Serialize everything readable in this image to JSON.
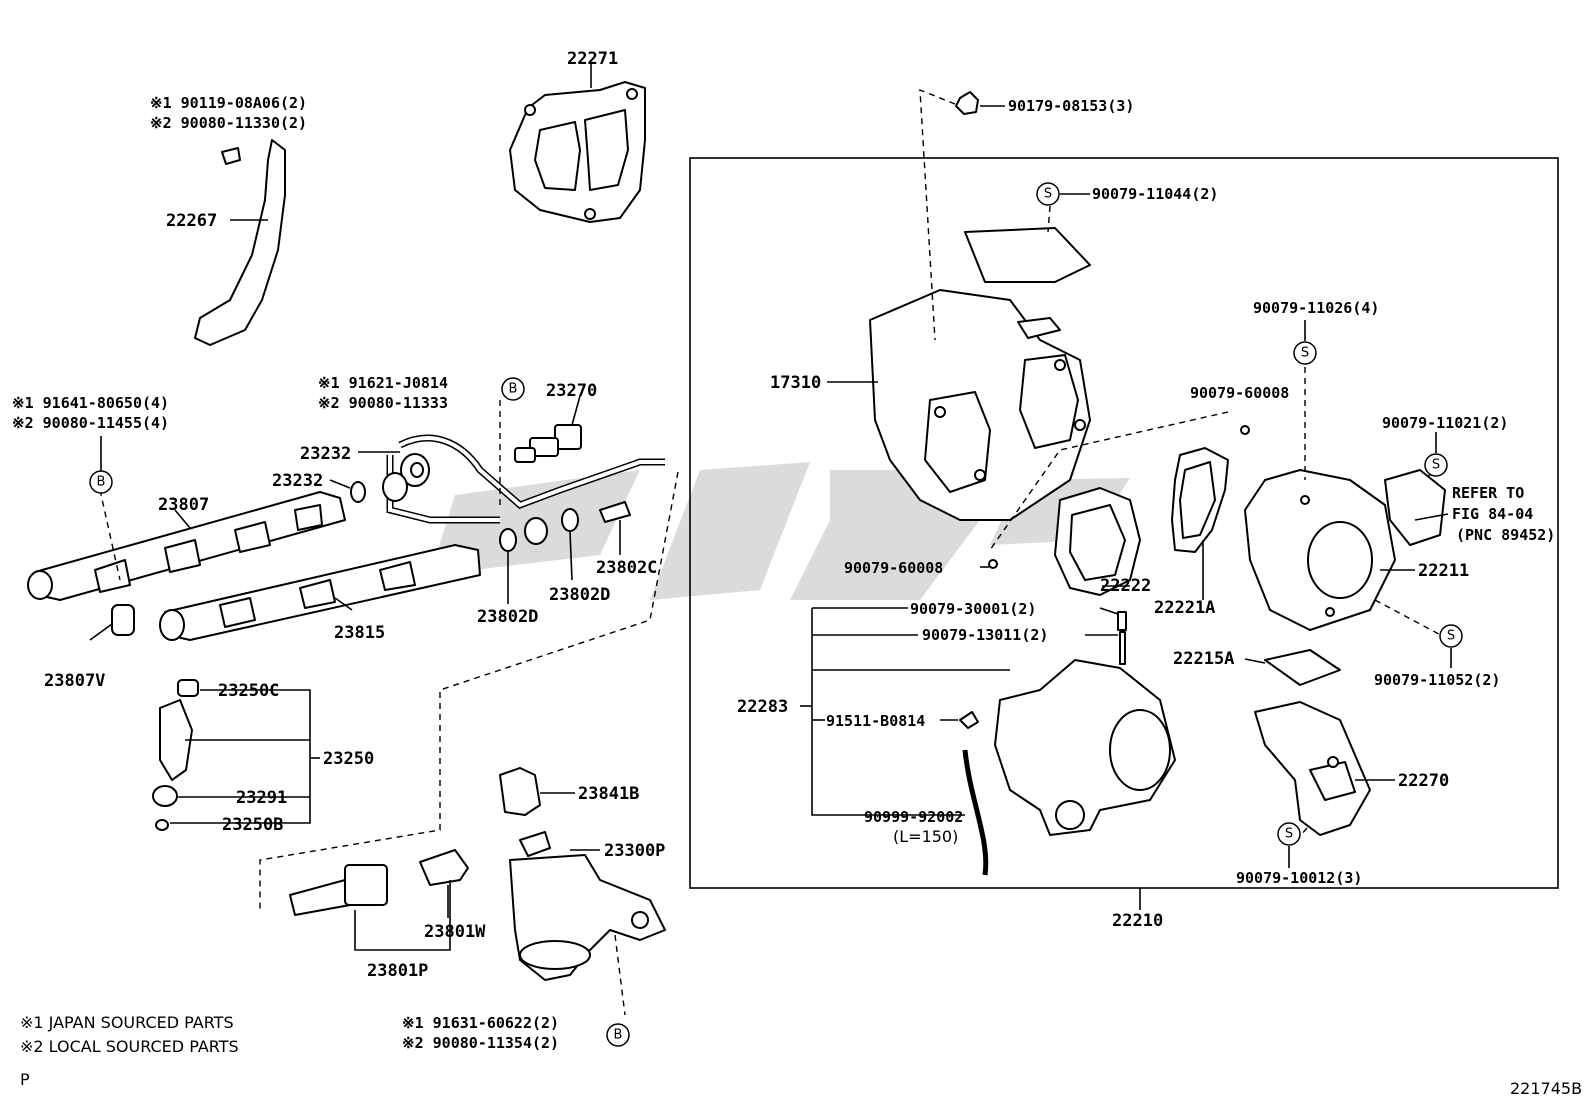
{
  "diagram_id": "221745B",
  "corner_mark": "P",
  "notes": {
    "line1": "※1 JAPAN SOURCED PARTS",
    "line2": "※2 LOCAL SOURCED PARTS"
  },
  "refer_box": {
    "line1": "REFER TO",
    "line2": "FIG 84-04",
    "line3": "(PNC 89452)"
  },
  "callout_letters": {
    "bolt": "B",
    "screw": "S"
  },
  "labels": {
    "p22271": "22271",
    "n1_19011908A06": "※1 90119-08A06(2)",
    "n2_9008011330": "※2 90080-11330(2)",
    "p22267": "22267",
    "n1_9164180650": "※1 91641-80650(4)",
    "n2_9008011455": "※2 90080-11455(4)",
    "n1_91621J0814": "※1 91621-J0814",
    "n2_9008011333": "※2 90080-11333",
    "p23270": "23270",
    "p23232a": "23232",
    "p23232b": "23232",
    "p23807": "23807",
    "p23815": "23815",
    "p23807V": "23807V",
    "p23802C": "23802C",
    "p23802D_a": "23802D",
    "p23802D_b": "23802D",
    "p23250C": "23250C",
    "p23250": "23250",
    "p23291": "23291",
    "p23250B": "23250B",
    "p23841B": "23841B",
    "p23300P": "23300P",
    "p23801W": "23801W",
    "p23801P": "23801P",
    "n1_9163160622": "※1 91631-60622(2)",
    "n2_9008011354": "※2 90080-11354(2)",
    "p9017908153": "90179-08153(3)",
    "p9007911044": "90079-11044(2)",
    "p17310": "17310",
    "p9007911026": "90079-11026(4)",
    "p9007960008a": "90079-60008",
    "p9007911021": "90079-11021(2)",
    "p9007960008b": "90079-60008",
    "p22222": "22222",
    "p22221A": "22221A",
    "p22211": "22211",
    "p9007930001": "90079-30001(2)",
    "p9007913011": "90079-13011(2)",
    "p22215A": "22215A",
    "p9007911052": "90079-11052(2)",
    "p22283": "22283",
    "p91511B0814": "91511-B0814",
    "p22270": "22270",
    "p9099992002": "90999-92002",
    "p_len": "(L=150)",
    "p9007910012": "90079-10012(3)",
    "p22210": "22210"
  }
}
